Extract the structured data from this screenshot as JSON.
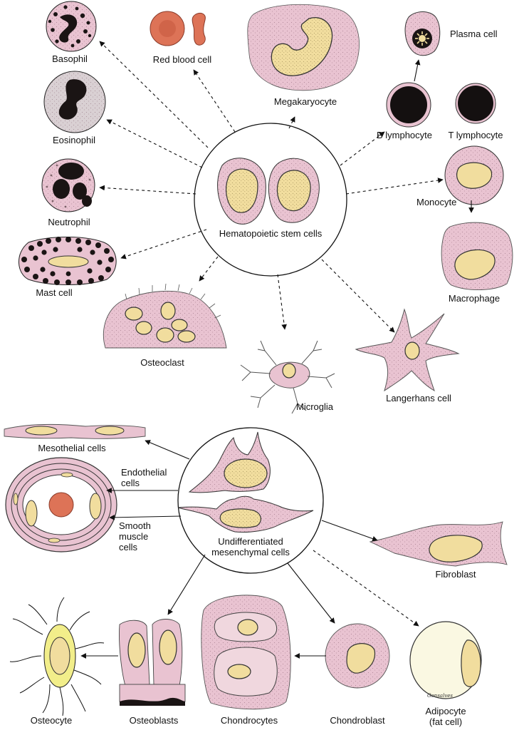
{
  "labels": {
    "basophil": "Basophil",
    "red_blood_cell": "Red blood cell",
    "megakaryocyte": "Megakaryocyte",
    "plasma_cell": "Plasma cell",
    "b_lymphocyte": "B lymphocyte",
    "t_lymphocyte": "T lymphocyte",
    "eosinophil": "Eosinophil",
    "neutrophil": "Neutrophil",
    "mast_cell": "Mast cell",
    "monocyte": "Monocyte",
    "macrophage": "Macrophage",
    "hematopoietic_stem_cells": "Hematopoietic stem cells",
    "osteoclast": "Osteoclast",
    "microglia": "Microglia",
    "langerhans_cell": "Langerhans cell",
    "mesothelial_cells": "Mesothelial cells",
    "endothelial_cells": "Endothelial\ncells",
    "smooth_muscle_cells": "Smooth\nmuscle\ncells",
    "undifferentiated_mesenchymal_cells": "Undifferentiated\nmesenchymal cells",
    "fibroblast": "Fibroblast",
    "osteocyte": "Osteocyte",
    "osteoblasts": "Osteoblasts",
    "chondrocytes": "Chondrocytes",
    "chondroblast": "Chondroblast",
    "adipocyte": "Adipocyte\n(fat cell)"
  },
  "signature": "Gonsalves",
  "colors": {
    "cytoplasm": "#e9c3d1",
    "nucleus": "#f1dd9e",
    "rbc": "#dd7357",
    "granule_dark": "#1a1414",
    "osteocyte_yellow": "#f2ee8a",
    "line": "#111111"
  }
}
